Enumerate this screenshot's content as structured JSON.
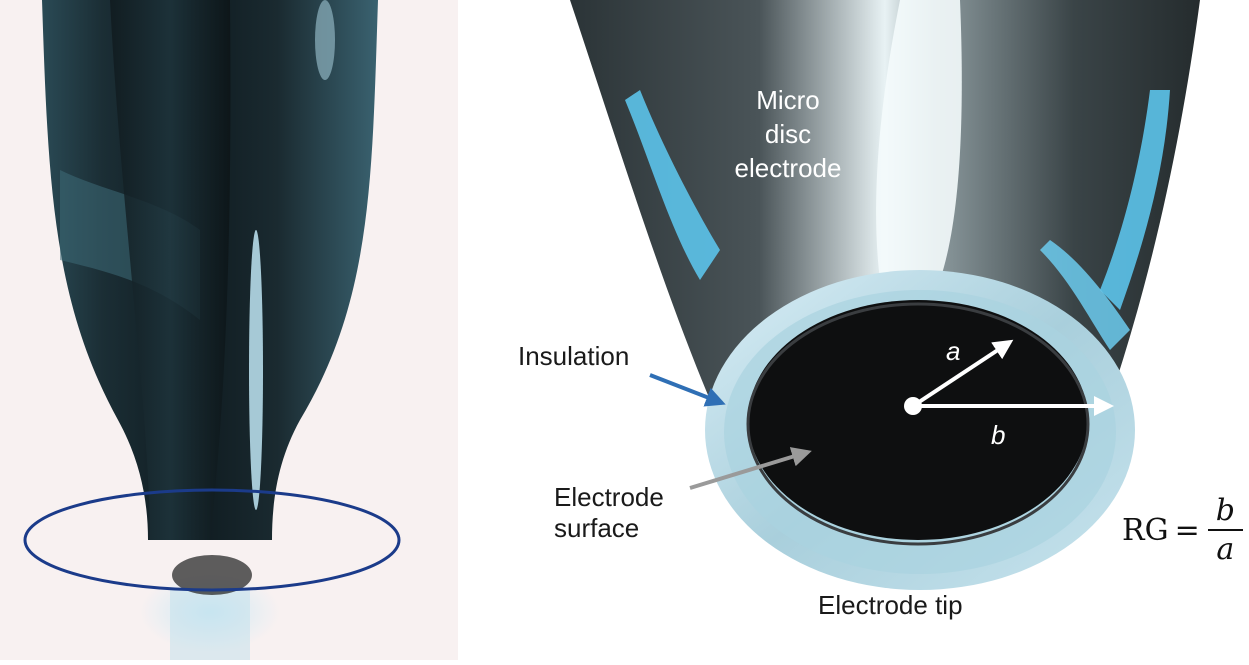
{
  "labels": {
    "micro_disc_electrode": [
      "Micro",
      "disc",
      "electrode"
    ],
    "insulation": "Insulation",
    "electrode_surface": [
      "Electrode",
      "surface"
    ],
    "electrode_tip": "Electrode tip",
    "radius_a": "a",
    "radius_b": "b"
  },
  "equation": {
    "lhs": "RG",
    "op": "=",
    "numerator": "b",
    "denominator": "a"
  },
  "colors": {
    "insulation_arrow": "#2f6fb5",
    "surface_arrow": "#9a9a9a",
    "radius_arrows": "#ffffff",
    "left_ring": "#1b3b8a",
    "left_background": "#f8f1f1"
  }
}
